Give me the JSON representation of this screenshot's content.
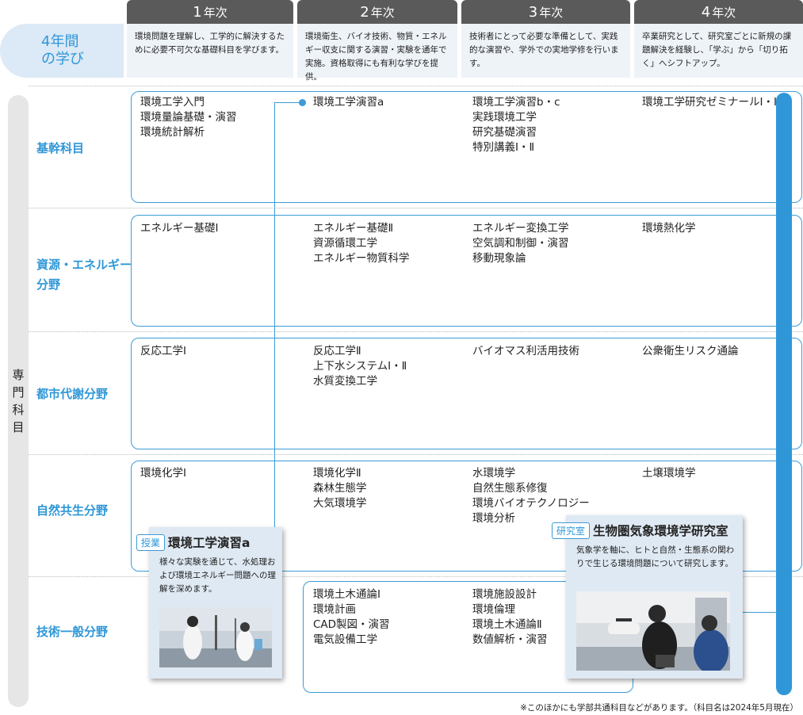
{
  "header": {
    "corner_line1": "4年間",
    "corner_line2": "の学び",
    "years": [
      {
        "num": "1",
        "label": "年次",
        "desc": "環境問題を理解し、工学的に解決するために必要不可欠な基礎科目を学びます。"
      },
      {
        "num": "2",
        "label": "年次",
        "desc": "環境衛生、バイオ技術、物質・エネルギー収支に関する演習・実験を通年で実施。資格取得にも有利な学びを提供。"
      },
      {
        "num": "3",
        "label": "年次",
        "desc": "技術者にとって必要な準備として、実践的な演習や、学外での実地学修を行います。"
      },
      {
        "num": "4",
        "label": "年次",
        "desc": "卒業研究として、研究室ごとに新規の課題解決を経験し、「学ぶ」から「切り拓く」へシフトアップ。"
      }
    ]
  },
  "senmon_label": "専門科目",
  "rows": [
    {
      "field": "基幹科目",
      "cols": [
        [
          "環境工学入門",
          "環境量論基礎・演習",
          "環境統計解析"
        ],
        [
          "環境工学演習a"
        ],
        [
          "環境工学演習b・c",
          "実践環境工学",
          "研究基礎演習",
          "特別講義Ⅰ・Ⅱ"
        ],
        [
          "環境工学研究ゼミナールⅠ・Ⅱ"
        ]
      ]
    },
    {
      "field_line1": "資源・エネルギー",
      "field_line2": "分野",
      "cols": [
        [
          "エネルギー基礎Ⅰ"
        ],
        [
          "エネルギー基礎Ⅱ",
          "資源循環工学",
          "エネルギー物質科学"
        ],
        [
          "エネルギー変換工学",
          "空気調和制御・演習",
          "移動現象論"
        ],
        [
          "環境熱化学"
        ]
      ]
    },
    {
      "field": "都市代謝分野",
      "cols": [
        [
          "反応工学Ⅰ"
        ],
        [
          "反応工学Ⅱ",
          "上下水システムⅠ・Ⅱ",
          "水質変換工学"
        ],
        [
          "バイオマス利活用技術"
        ],
        [
          "公衆衛生リスク通論"
        ]
      ]
    },
    {
      "field": "自然共生分野",
      "cols": [
        [
          "環境化学Ⅰ"
        ],
        [
          "環境化学Ⅱ",
          "森林生態学",
          "大気環境学"
        ],
        [
          "水環境学",
          "自然生態系修復",
          "環境バイオテクノロジー",
          "環境分析"
        ],
        [
          "土壌環境学"
        ]
      ]
    },
    {
      "field": "技術一般分野",
      "cols": [
        [],
        [
          "環境土木通論Ⅰ",
          "環境計画",
          "CAD製図・演習",
          "電気設備工学"
        ],
        [
          "環境施設設計",
          "環境倫理",
          "環境土木通論Ⅱ",
          "数値解析・演習"
        ],
        []
      ]
    }
  ],
  "card_class": {
    "badge": "授業",
    "title": "環境工学演習a",
    "text": "様々な実験を通じて、水処理および環境エネルギー問題への理解を深めます。"
  },
  "card_lab": {
    "badge": "研究室",
    "title": "生物圏気象環境学研究室",
    "text": "気象学を軸に、ヒトと自然・生態系の関わりで生じる環境問題について研究します。"
  },
  "footnote": "※このほかにも学部共通科目などがあります。（科目名は2024年5月現在）",
  "colors": {
    "accent": "#2f97d8",
    "tab": "#5a5a5a",
    "desc_bg": "#eef3f8",
    "card_bg": "#dfe9f3"
  }
}
